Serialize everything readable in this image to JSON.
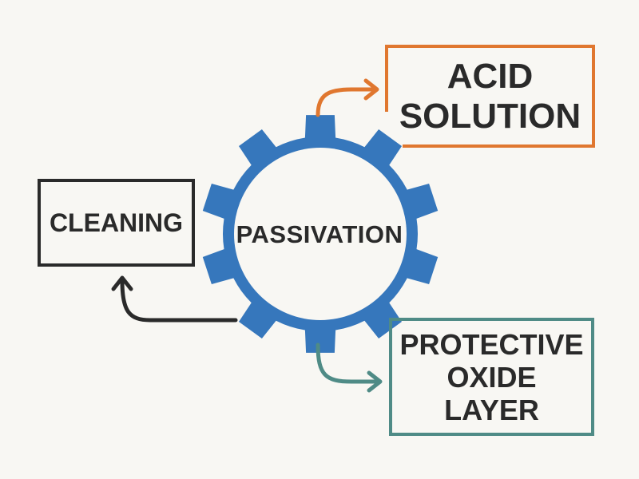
{
  "diagram": {
    "center": {
      "label": "PASSIVATION",
      "icon": "gear-icon"
    },
    "left_box": {
      "label": "CLEANING"
    },
    "top_box": {
      "lines": [
        "ACID",
        "SOLUTION"
      ]
    },
    "bottom_box": {
      "lines": [
        "PROTECTIVE",
        "OXIDE",
        "LAYER"
      ]
    }
  },
  "colors": {
    "background": "#f8f7f3",
    "gear": "#3677bc",
    "gear_inner": "#f8f7f3",
    "text": "#2a2a2a",
    "cleaning": "#2a2a2a",
    "acid": "#e0772f",
    "oxide": "#4f8b86"
  }
}
